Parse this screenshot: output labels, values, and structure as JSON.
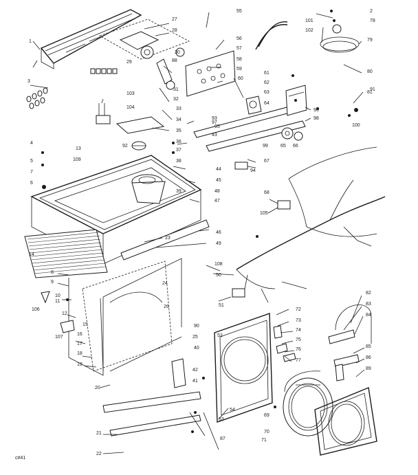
{
  "diagram": {
    "code": "c#41",
    "callouts": [
      "1",
      "2",
      "3",
      "4",
      "5",
      "6",
      "7",
      "8",
      "9",
      "10",
      "11",
      "12",
      "13",
      "14",
      "15",
      "16",
      "17",
      "18",
      "19",
      "20",
      "21",
      "22",
      "23",
      "24",
      "25",
      "26",
      "27",
      "28",
      "29",
      "30",
      "31",
      "32",
      "33",
      "34",
      "35",
      "36",
      "37",
      "38",
      "39",
      "40",
      "41",
      "42",
      "43",
      "44",
      "45",
      "46",
      "47",
      "48",
      "49",
      "50",
      "51",
      "52",
      "53",
      "54",
      "55",
      "56",
      "57",
      "58",
      "59",
      "60",
      "61",
      "62",
      "63",
      "64",
      "65",
      "66",
      "67",
      "68",
      "69",
      "70",
      "71",
      "72",
      "73",
      "74",
      "75",
      "76",
      "77",
      "78",
      "79",
      "80",
      "81",
      "82",
      "83",
      "84",
      "85",
      "86",
      "87",
      "88",
      "89",
      "90",
      "91",
      "92",
      "93",
      "94",
      "95",
      "96",
      "97",
      "98",
      "99",
      "100",
      "101",
      "102",
      "103",
      "104",
      "105",
      "106",
      "107",
      "108",
      "109"
    ]
  }
}
